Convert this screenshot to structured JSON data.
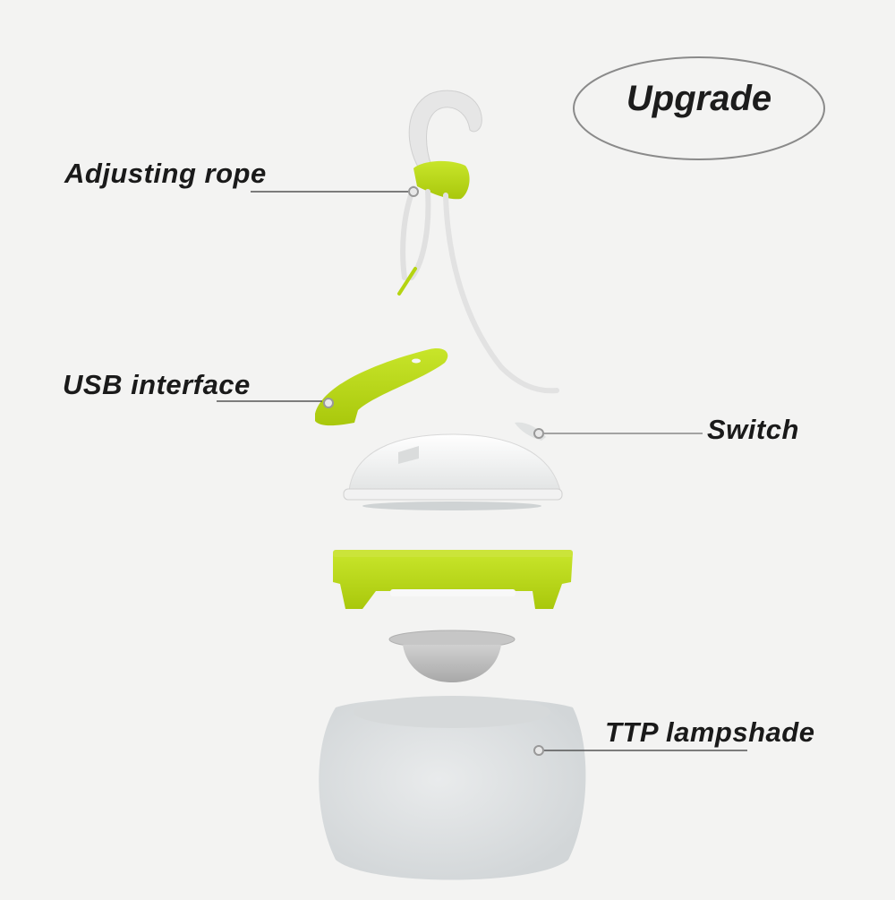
{
  "badge": {
    "text": "Upgrade"
  },
  "callouts": [
    {
      "id": "adjusting-rope",
      "label": "Adjusting rope"
    },
    {
      "id": "usb-interface",
      "label": "USB interface"
    },
    {
      "id": "switch",
      "label": "Switch"
    },
    {
      "id": "lampshade",
      "label": "TTP lampshade"
    }
  ],
  "colors": {
    "background": "#f3f3f2",
    "accent_green": "#b5d411",
    "white_part": "#f8f8f8",
    "grey_part": "#dcdfe0",
    "leader_line": "#555555",
    "text": "#1a1a1a"
  }
}
